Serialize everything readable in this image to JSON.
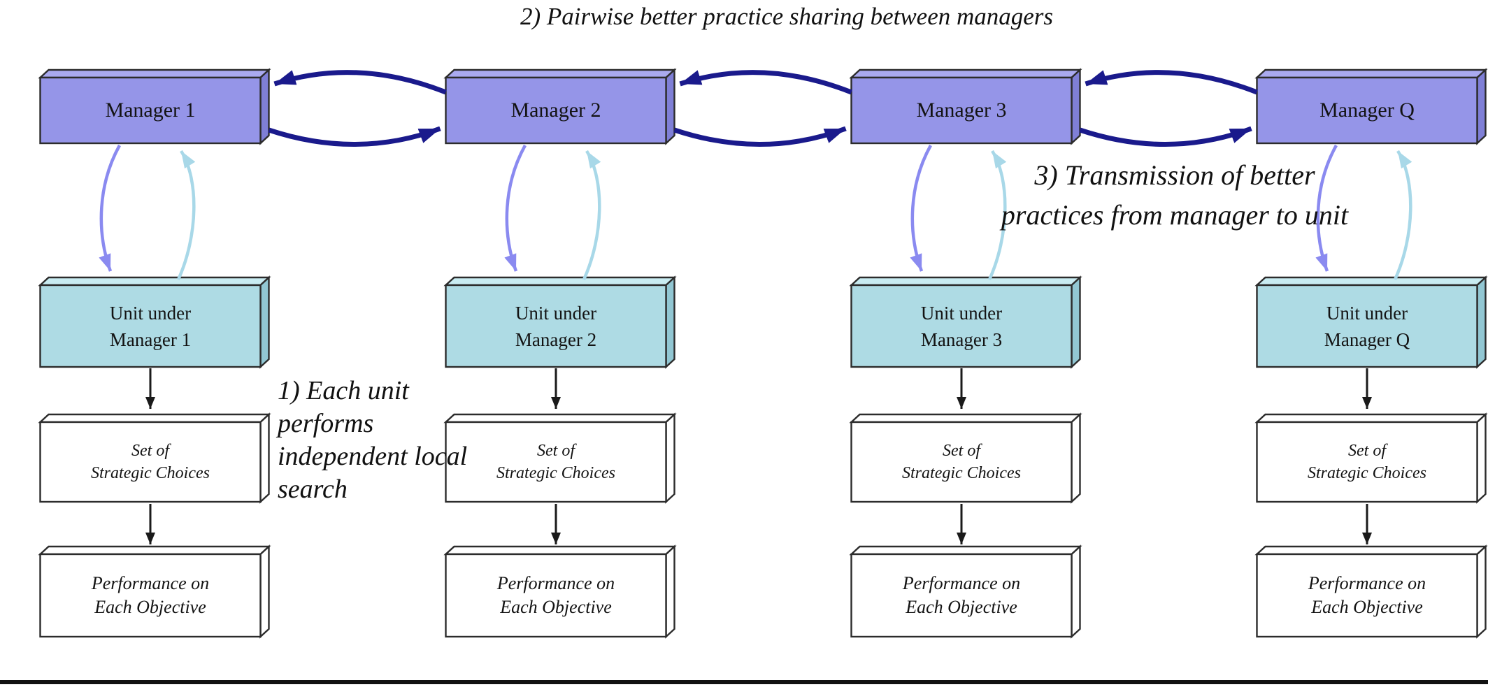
{
  "title": "2) Pairwise better practice sharing between managers",
  "annotations": {
    "local_search": {
      "lines": [
        "1) Each unit",
        "performs",
        "independent",
        "local search"
      ]
    },
    "transmission": {
      "lines": [
        "3) Transmission of",
        "better practices from",
        "manager to unit"
      ]
    }
  },
  "columns": [
    {
      "manager": "Manager 1",
      "unit_lines": [
        "Unit under",
        "Manager 1"
      ]
    },
    {
      "manager": "Manager 2",
      "unit_lines": [
        "Unit under",
        "Manager 2"
      ]
    },
    {
      "manager": "Manager 3",
      "unit_lines": [
        "Unit under",
        "Manager 3"
      ]
    },
    {
      "manager": "Manager Q",
      "unit_lines": [
        "Unit under",
        "Manager Q"
      ]
    }
  ],
  "shared_boxes": {
    "choices_lines": [
      "Set of",
      "Strategic Choices"
    ],
    "performance_lines": [
      "Performance on",
      "Each Objective"
    ]
  },
  "colors": {
    "manager_fill": "#9595e8",
    "manager_top": "#aaaaf0",
    "manager_side": "#7f7fd6",
    "unit_fill": "#aedbe4",
    "unit_top": "#c9ecf2",
    "unit_side": "#92c7d3",
    "white_fill": "#ffffff",
    "outline": "#2c2c2c",
    "navy_arrow": "#1a1a8c",
    "purple_arrow": "#8a8af0",
    "lightblue_arrow": "#a8d8e8",
    "black_arrow": "#1a1a1a"
  }
}
